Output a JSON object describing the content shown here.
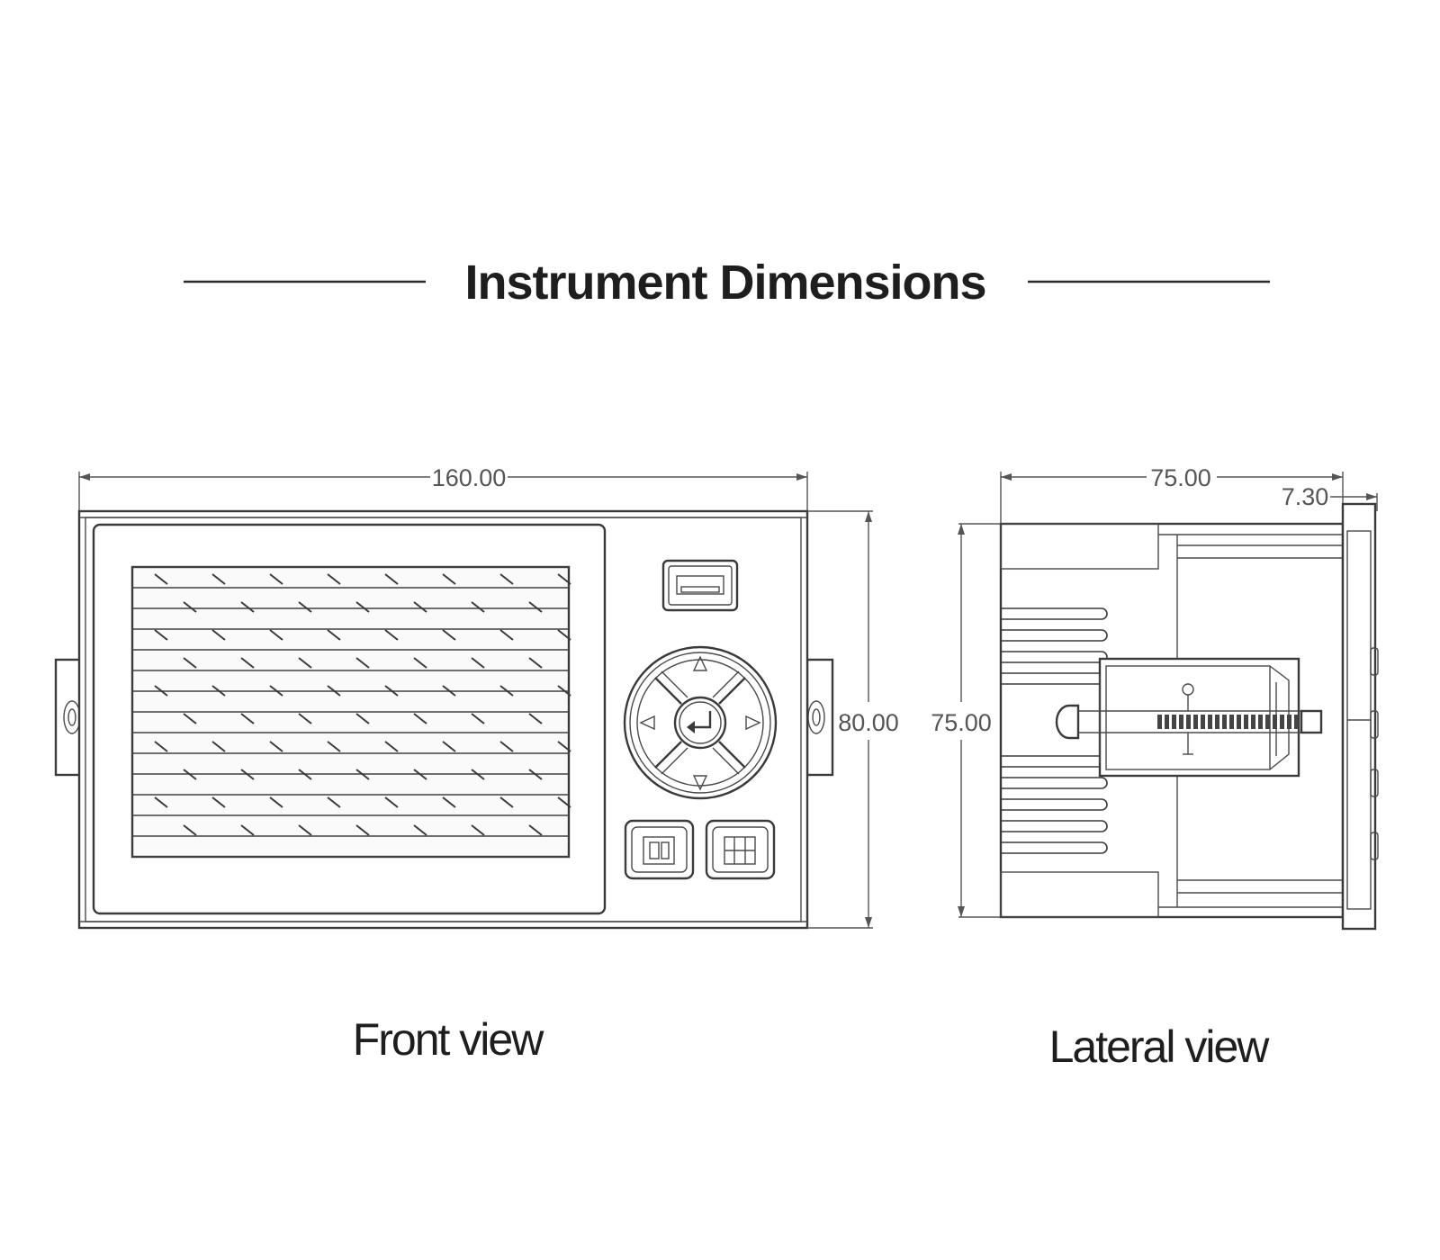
{
  "title": "Instrument Dimensions",
  "front_view": {
    "caption": "Front view",
    "width_dim": "160.00",
    "height_dim": "80.00"
  },
  "lateral_view": {
    "caption": "Lateral view",
    "depth_dim": "75.00",
    "bezel_dim": "7.30",
    "height_dim": "75.00"
  },
  "icons": {
    "usb": "usb-port-icon",
    "enter": "enter-arrow-icon",
    "up": "triangle-up-icon",
    "down": "triangle-down-icon",
    "left": "triangle-left-icon",
    "right": "triangle-right-icon"
  },
  "colors": {
    "line": "#3a3a3a",
    "text": "#1e1e1e",
    "dimension": "#555555",
    "background": "#ffffff"
  }
}
